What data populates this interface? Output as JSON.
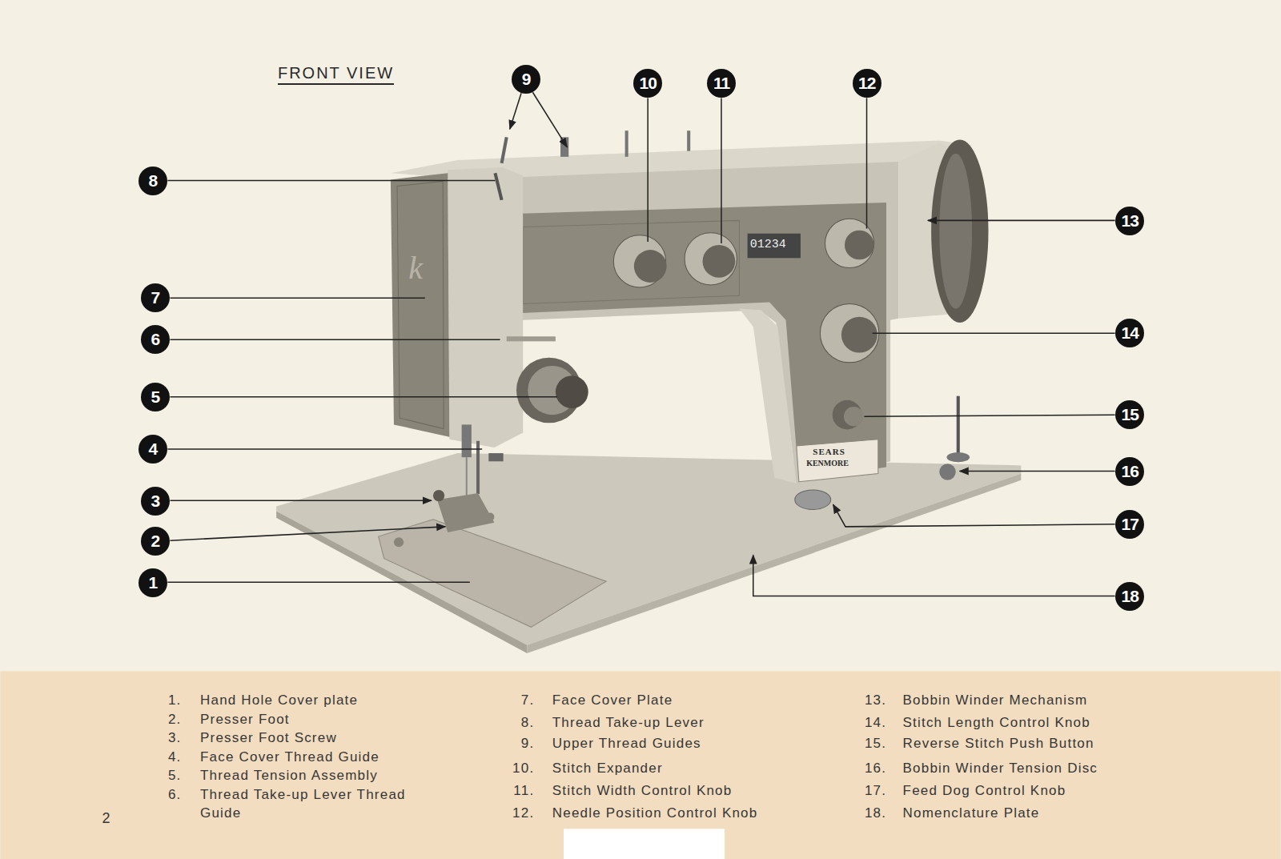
{
  "diagram": {
    "title": "FRONT VIEW",
    "nodes": [
      {
        "text": [
          "1"
        ]
      },
      {
        "text": [
          "2"
        ]
      },
      {
        "text": [
          "3"
        ]
      },
      {
        "text": [
          "4"
        ]
      },
      {
        "text": [
          "5"
        ]
      },
      {
        "text": [
          "6"
        ]
      },
      {
        "text": [
          "7"
        ]
      },
      {
        "text": [
          "8"
        ]
      },
      {
        "text": [
          "9"
        ]
      },
      {
        "text": [
          "10"
        ]
      },
      {
        "text": [
          "11"
        ]
      },
      {
        "text": [
          "12"
        ]
      },
      {
        "text": [
          "13"
        ]
      },
      {
        "text": [
          "14"
        ]
      },
      {
        "text": [
          "15"
        ]
      },
      {
        "text": [
          "16"
        ]
      },
      {
        "text": [
          "17"
        ]
      },
      {
        "text": [
          "18"
        ]
      }
    ],
    "labels": [
      "1.",
      "Hand Hole Cover plate",
      "2.",
      "Presser Foot",
      "3.",
      "Presser Foot Screw",
      "4.",
      "Face Cover Thread Guide",
      "5.",
      "Thread Tension Assembly",
      "6.",
      "Thread Take-up Lever Thread Guide",
      "7.",
      "Face Cover Plate",
      "8.",
      "Thread Take-up Lever",
      "9.",
      "Upper Thread Guides",
      "10.",
      "Stitch Expander",
      "11.",
      "Stitch Width Control Knob",
      "12.",
      "Needle Position Control Knob",
      "13.",
      "Bobbin Winder Mechanism",
      "14.",
      "Stitch Length Control Knob",
      "15.",
      "Reverse Stitch Push Button",
      "16.",
      "Bobbin Winder Tension Disc",
      "17.",
      "Feed Dog Control Knob",
      "18.",
      "Nomenclature Plate",
      "2",
      "k",
      "01234",
      "SEARS",
      "KENMORE"
    ]
  }
}
